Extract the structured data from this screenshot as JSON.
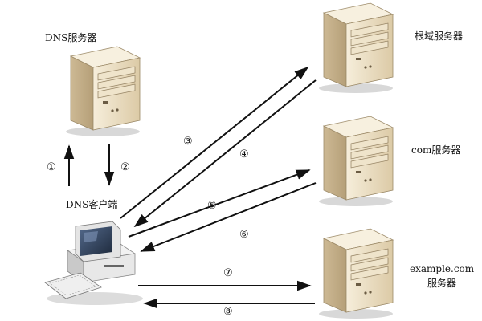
{
  "labels": {
    "dns_server": "DNS服务器",
    "root_server": "根域服务器",
    "com_server": "com服务器",
    "example_server_line1": "example.com",
    "example_server_line2": "服务器",
    "dns_client": "DNS客户端"
  },
  "steps": [
    "①",
    "②",
    "③",
    "④",
    "⑤",
    "⑥",
    "⑦",
    "⑧"
  ],
  "colors": {
    "server_body": "#e9dcc0",
    "server_side": "#cdb994",
    "server_top": "#f3ead6",
    "arrow": "#111111",
    "pc_screen": "#2b3a52"
  },
  "icons": [
    "server-icon",
    "computer-icon"
  ]
}
